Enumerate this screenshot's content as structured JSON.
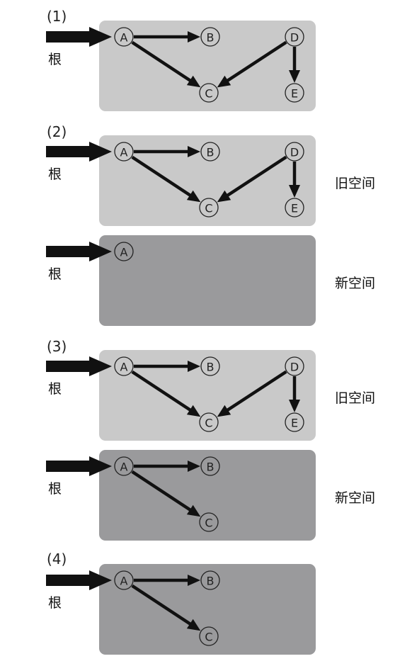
{
  "colors": {
    "old_space": "#c9c9c9",
    "new_space": "#9a9a9c",
    "arrow": "#111111",
    "node_stroke": "#222222"
  },
  "root_label": "根",
  "space_labels": {
    "old": "旧空间",
    "new": "新空间"
  },
  "steps": [
    {
      "label": "(1)",
      "boxes": [
        {
          "kind": "old",
          "space_label": "",
          "nodes": [
            "A",
            "B",
            "C",
            "D",
            "E"
          ],
          "edges": [
            [
              "A",
              "B"
            ],
            [
              "A",
              "C"
            ],
            [
              "D",
              "C"
            ],
            [
              "D",
              "E"
            ]
          ]
        }
      ]
    },
    {
      "label": "(2)",
      "boxes": [
        {
          "kind": "old",
          "space_label": "旧空间",
          "nodes": [
            "A",
            "B",
            "C",
            "D",
            "E"
          ],
          "edges": [
            [
              "A",
              "B"
            ],
            [
              "A",
              "C"
            ],
            [
              "D",
              "C"
            ],
            [
              "D",
              "E"
            ]
          ]
        },
        {
          "kind": "new",
          "space_label": "新空间",
          "nodes": [
            "A"
          ],
          "edges": []
        }
      ]
    },
    {
      "label": "(3)",
      "boxes": [
        {
          "kind": "old",
          "space_label": "旧空间",
          "nodes": [
            "A",
            "B",
            "C",
            "D",
            "E"
          ],
          "edges": [
            [
              "A",
              "B"
            ],
            [
              "A",
              "C"
            ],
            [
              "D",
              "C"
            ],
            [
              "D",
              "E"
            ]
          ]
        },
        {
          "kind": "new",
          "space_label": "新空间",
          "nodes": [
            "A",
            "B",
            "C"
          ],
          "edges": [
            [
              "A",
              "B"
            ],
            [
              "A",
              "C"
            ]
          ]
        }
      ]
    },
    {
      "label": "(4)",
      "boxes": [
        {
          "kind": "new",
          "space_label": "",
          "nodes": [
            "A",
            "B",
            "C"
          ],
          "edges": [
            [
              "A",
              "B"
            ],
            [
              "A",
              "C"
            ]
          ]
        }
      ]
    }
  ]
}
